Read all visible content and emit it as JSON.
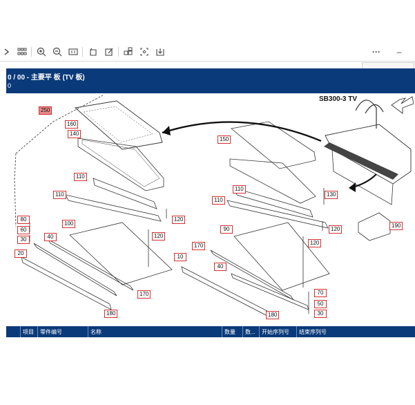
{
  "toolbar": {
    "icons": [
      "chevron-right-icon",
      "grid-icon",
      "zoom-in-icon",
      "zoom-out-icon",
      "fit-page-icon",
      "rotate-icon",
      "edit-icon",
      "multi-page-icon",
      "select-area-icon",
      "download-icon",
      "more-icon",
      "minimize-icon"
    ],
    "more_label": "···",
    "minimize_label": "–"
  },
  "header": {
    "title": "0 / 00 - 主要平 板 (TV 板)",
    "subtitle": "0"
  },
  "drawing": {
    "model_label": "SB300-3 TV",
    "callouts": {
      "c250": "250",
      "c160": "160",
      "c140": "140",
      "c150": "150",
      "c110a": "110",
      "c110b": "110",
      "c110c": "110",
      "c110d": "110",
      "c130": "130",
      "c120a": "120",
      "c120b": "120",
      "c120c": "120",
      "c120d": "120",
      "c80": "80",
      "c60": "60",
      "c30a": "30",
      "c40a": "40",
      "c20": "20",
      "c100": "100",
      "c90": "90",
      "c170a": "170",
      "c170b": "170",
      "c10": "10",
      "c40b": "40",
      "c180a": "180",
      "c180b": "180",
      "c70": "70",
      "c50": "50",
      "c30b": "30",
      "c190": "190"
    }
  },
  "table": {
    "columns": [
      "项目",
      "零件编号",
      "名称",
      "数量",
      "数...",
      "开始序列号",
      "结束序列号"
    ]
  }
}
